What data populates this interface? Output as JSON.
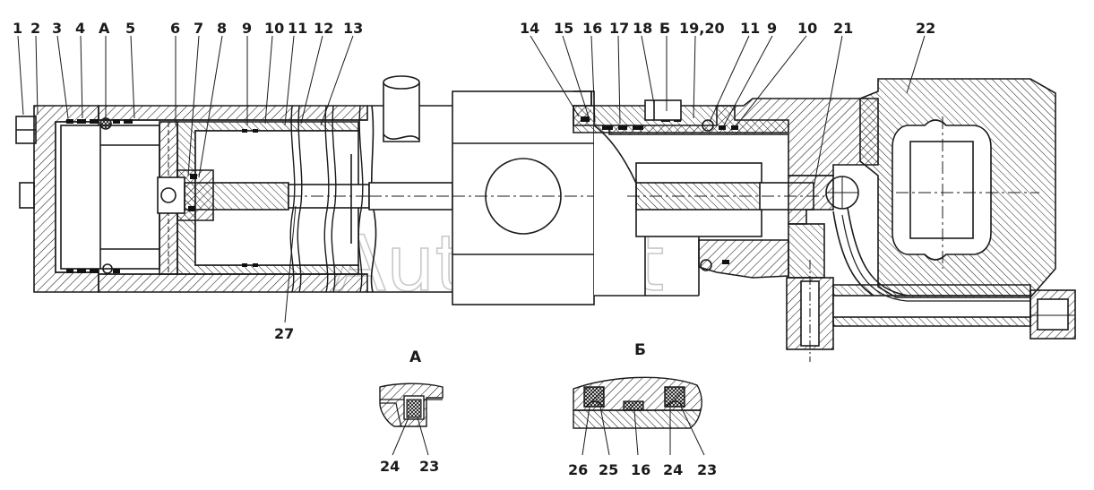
{
  "callouts_top_left": [
    "1",
    "2",
    "3",
    "4",
    "А",
    "5",
    "6",
    "7",
    "8",
    "9",
    "10",
    "11",
    "12",
    "13"
  ],
  "callouts_top_right": [
    "14",
    "15",
    "16",
    "17",
    "18",
    "Б",
    "19,20",
    "11",
    "9",
    "10",
    "21"
  ],
  "callout_22": "22",
  "callout_27": "27",
  "detail_a": {
    "title": "А",
    "labels": [
      "24",
      "23"
    ]
  },
  "detail_b": {
    "title": "Б",
    "labels": [
      "26",
      "25",
      "16",
      "24",
      "23"
    ]
  },
  "watermark": "AutoSoft",
  "colors": {
    "line": "#1a1a1a",
    "hatch": "#1a1a1a",
    "seal": "#111111",
    "watermark": "#c8c8c8"
  }
}
